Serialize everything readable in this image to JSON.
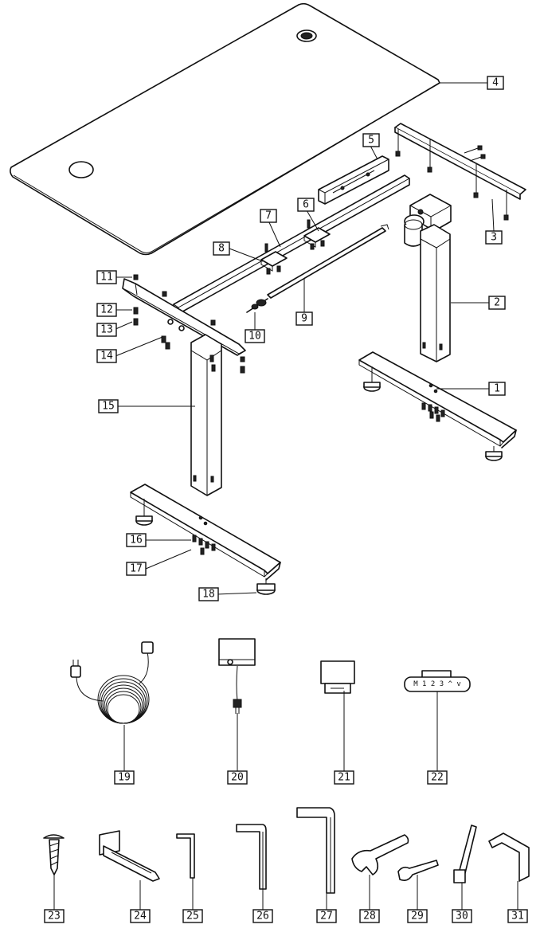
{
  "callouts": [
    "1",
    "2",
    "3",
    "4",
    "5",
    "6",
    "7",
    "8",
    "9",
    "10",
    "11",
    "12",
    "13",
    "14",
    "15",
    "16",
    "17",
    "18",
    "19",
    "20",
    "21",
    "22",
    "23",
    "24",
    "25",
    "26",
    "27",
    "28",
    "29",
    "30",
    "31"
  ],
  "parts": [
    {
      "id": "1",
      "name": "right-foot"
    },
    {
      "id": "2",
      "name": "right-motor-column"
    },
    {
      "id": "3",
      "name": "right-top-bracket"
    },
    {
      "id": "4",
      "name": "desktop"
    },
    {
      "id": "5",
      "name": "control-box-bracket"
    },
    {
      "id": "6",
      "name": "right-beam-holder"
    },
    {
      "id": "7",
      "name": "crossbeam"
    },
    {
      "id": "8",
      "name": "left-beam-holder"
    },
    {
      "id": "9",
      "name": "hex-drive-shaft"
    },
    {
      "id": "10",
      "name": "shaft-coupler"
    },
    {
      "id": "11",
      "name": "top-screw"
    },
    {
      "id": "12",
      "name": "washer"
    },
    {
      "id": "13",
      "name": "bolt"
    },
    {
      "id": "14",
      "name": "bracket-screw"
    },
    {
      "id": "15",
      "name": "left-column"
    },
    {
      "id": "16",
      "name": "foot-washer"
    },
    {
      "id": "17",
      "name": "foot-bolt"
    },
    {
      "id": "18",
      "name": "leveling-glide"
    },
    {
      "id": "19",
      "name": "power-cord"
    },
    {
      "id": "20",
      "name": "adapter-cable"
    },
    {
      "id": "21",
      "name": "control-box"
    },
    {
      "id": "22",
      "name": "handset"
    },
    {
      "id": "23",
      "name": "wood-screw"
    },
    {
      "id": "24",
      "name": "cable-tie-mount"
    },
    {
      "id": "25",
      "name": "small-allen-key"
    },
    {
      "id": "26",
      "name": "medium-allen-key"
    },
    {
      "id": "27",
      "name": "large-allen-key"
    },
    {
      "id": "28",
      "name": "hook-wrench"
    },
    {
      "id": "29",
      "name": "open-wrench"
    },
    {
      "id": "30",
      "name": "screwdriver-bit"
    },
    {
      "id": "31",
      "name": "cable-hook"
    }
  ],
  "handset_labels": {
    "buttons": "M 1 2 3 ^ v"
  },
  "colors": {
    "line": "#111111",
    "background": "#ffffff"
  }
}
